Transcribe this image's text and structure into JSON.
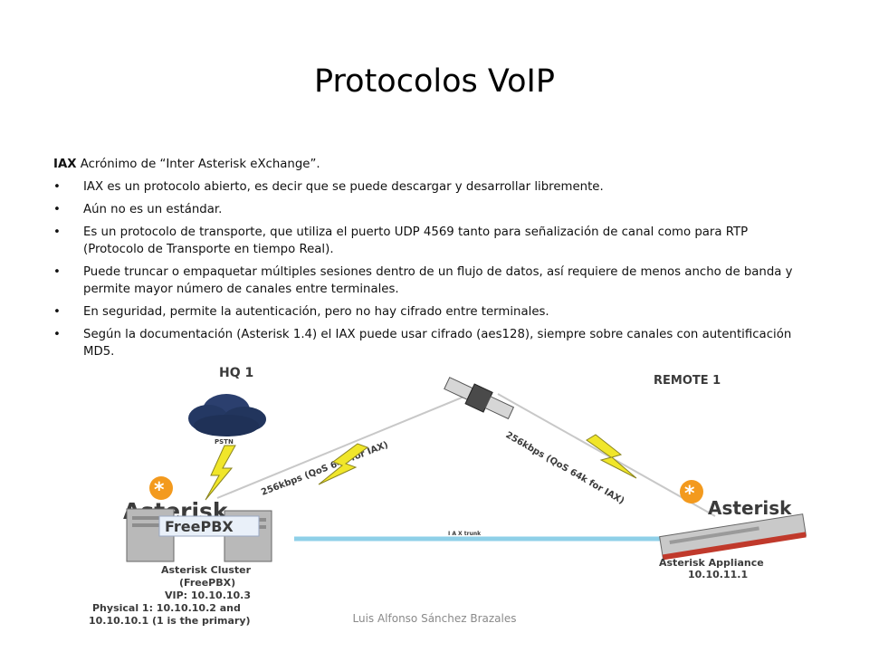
{
  "slide": {
    "title": "Protocolos VoIP",
    "intro": {
      "term": "IAX",
      "text": "Acrónimo de “Inter Asterisk eXchange”."
    },
    "bullets": [
      "IAX es un protocolo abierto, es decir que se puede descargar y desarrollar libremente.",
      "Aún no es un estándar.",
      "Es un protocolo de transporte, que utiliza el puerto UDP 4569 tanto para señalización de canal como para RTP (Protocolo de Transporte en tiempo Real).",
      "Puede truncar o empaquetar múltiples sesiones dentro de un flujo de datos, así requiere de menos ancho de banda y permite mayor número de canales entre terminales.",
      "En seguridad, permite la autenticación, pero no hay cifrado entre terminales.",
      "Según la documentación (Asterisk 1.4) el IAX puede usar cifrado (aes128), siempre sobre canales con autentificación MD5."
    ],
    "bullet_glyph": "•",
    "footer": "Luis Alfonso Sánchez Brazales"
  },
  "diagram": {
    "hq_label": "HQ 1",
    "remote_label": "REMOTE 1",
    "pstn_label": "PSTN",
    "link_left_label": "256kbps (QoS 64k for IAX)",
    "link_right_label": "256kbps (QoS 64k for IAX)",
    "trunk_label": "I A X trunk",
    "asterisk_left": "Asterisk",
    "freepbx_label": "FreePBX",
    "asterisk_right": "Asterisk",
    "cluster_lines": [
      "Asterisk Cluster",
      "(FreePBX)",
      "VIP: 10.10.10.3",
      "Physical 1: 10.10.10.2 and",
      "10.10.10.1 (1 is the primary)"
    ],
    "appliance_lines": [
      "Asterisk Appliance",
      "10.10.11.1"
    ],
    "colors": {
      "trunk": "#8fd0e8",
      "lines": "#c8c8c8",
      "bolt": "#f0e62a",
      "bolt_stroke": "#8a8420",
      "asterisk_orange": "#f39a1e",
      "cloud": "#2b3f6e",
      "server_grey": "#b9b9b9",
      "appliance_red": "#c0392b"
    }
  }
}
